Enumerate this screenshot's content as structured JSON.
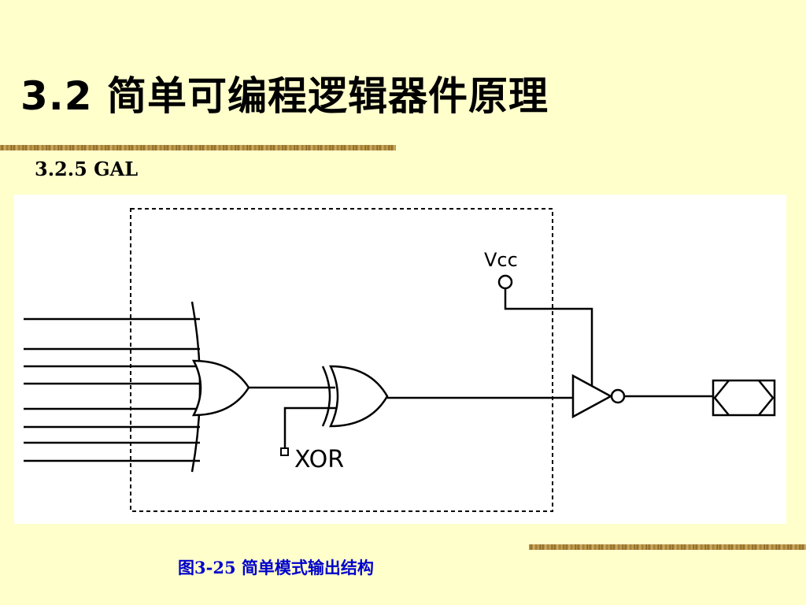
{
  "slide": {
    "title": "3.2  简单可编程逻辑器件原理",
    "section": "3.2.5  GAL"
  },
  "figure": {
    "caption": "图3-25 简单模式输出结构",
    "labels": {
      "vcc": "Vcc",
      "xor": "XOR"
    },
    "components": [
      "or-gate",
      "xor-gate",
      "tristate-inverter-buffer",
      "output-pin",
      "vcc-terminal",
      "xor-control-terminal",
      "dashed-macrocell-boundary"
    ]
  },
  "colors": {
    "background": "#ffffcc",
    "caption": "#0000cc",
    "rule": "#b08a3e"
  }
}
